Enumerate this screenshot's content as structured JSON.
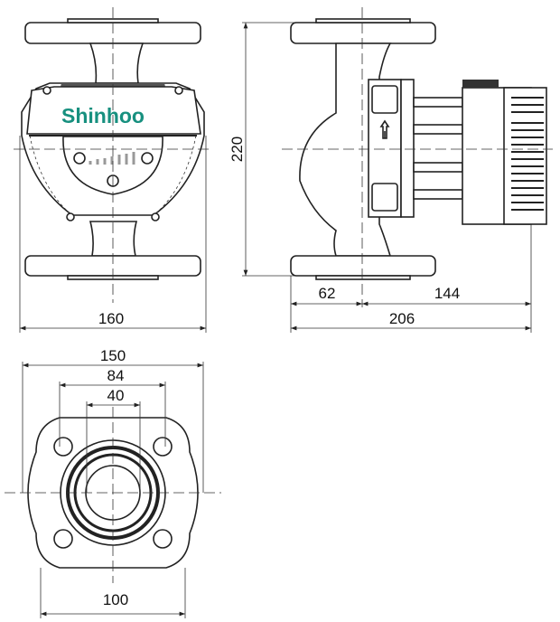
{
  "drawing": {
    "brand": "Shinhoo",
    "brand_color": "#17907f",
    "brand_accent": "#e0401c",
    "dimensions": {
      "front_width": "160",
      "height": "220",
      "inlet_offset": "62",
      "motor_length": "144",
      "total_length": "206",
      "flange_outer": "150",
      "bolt_spacing": "84",
      "bore": "40",
      "flange_bottom_width": "100"
    }
  }
}
